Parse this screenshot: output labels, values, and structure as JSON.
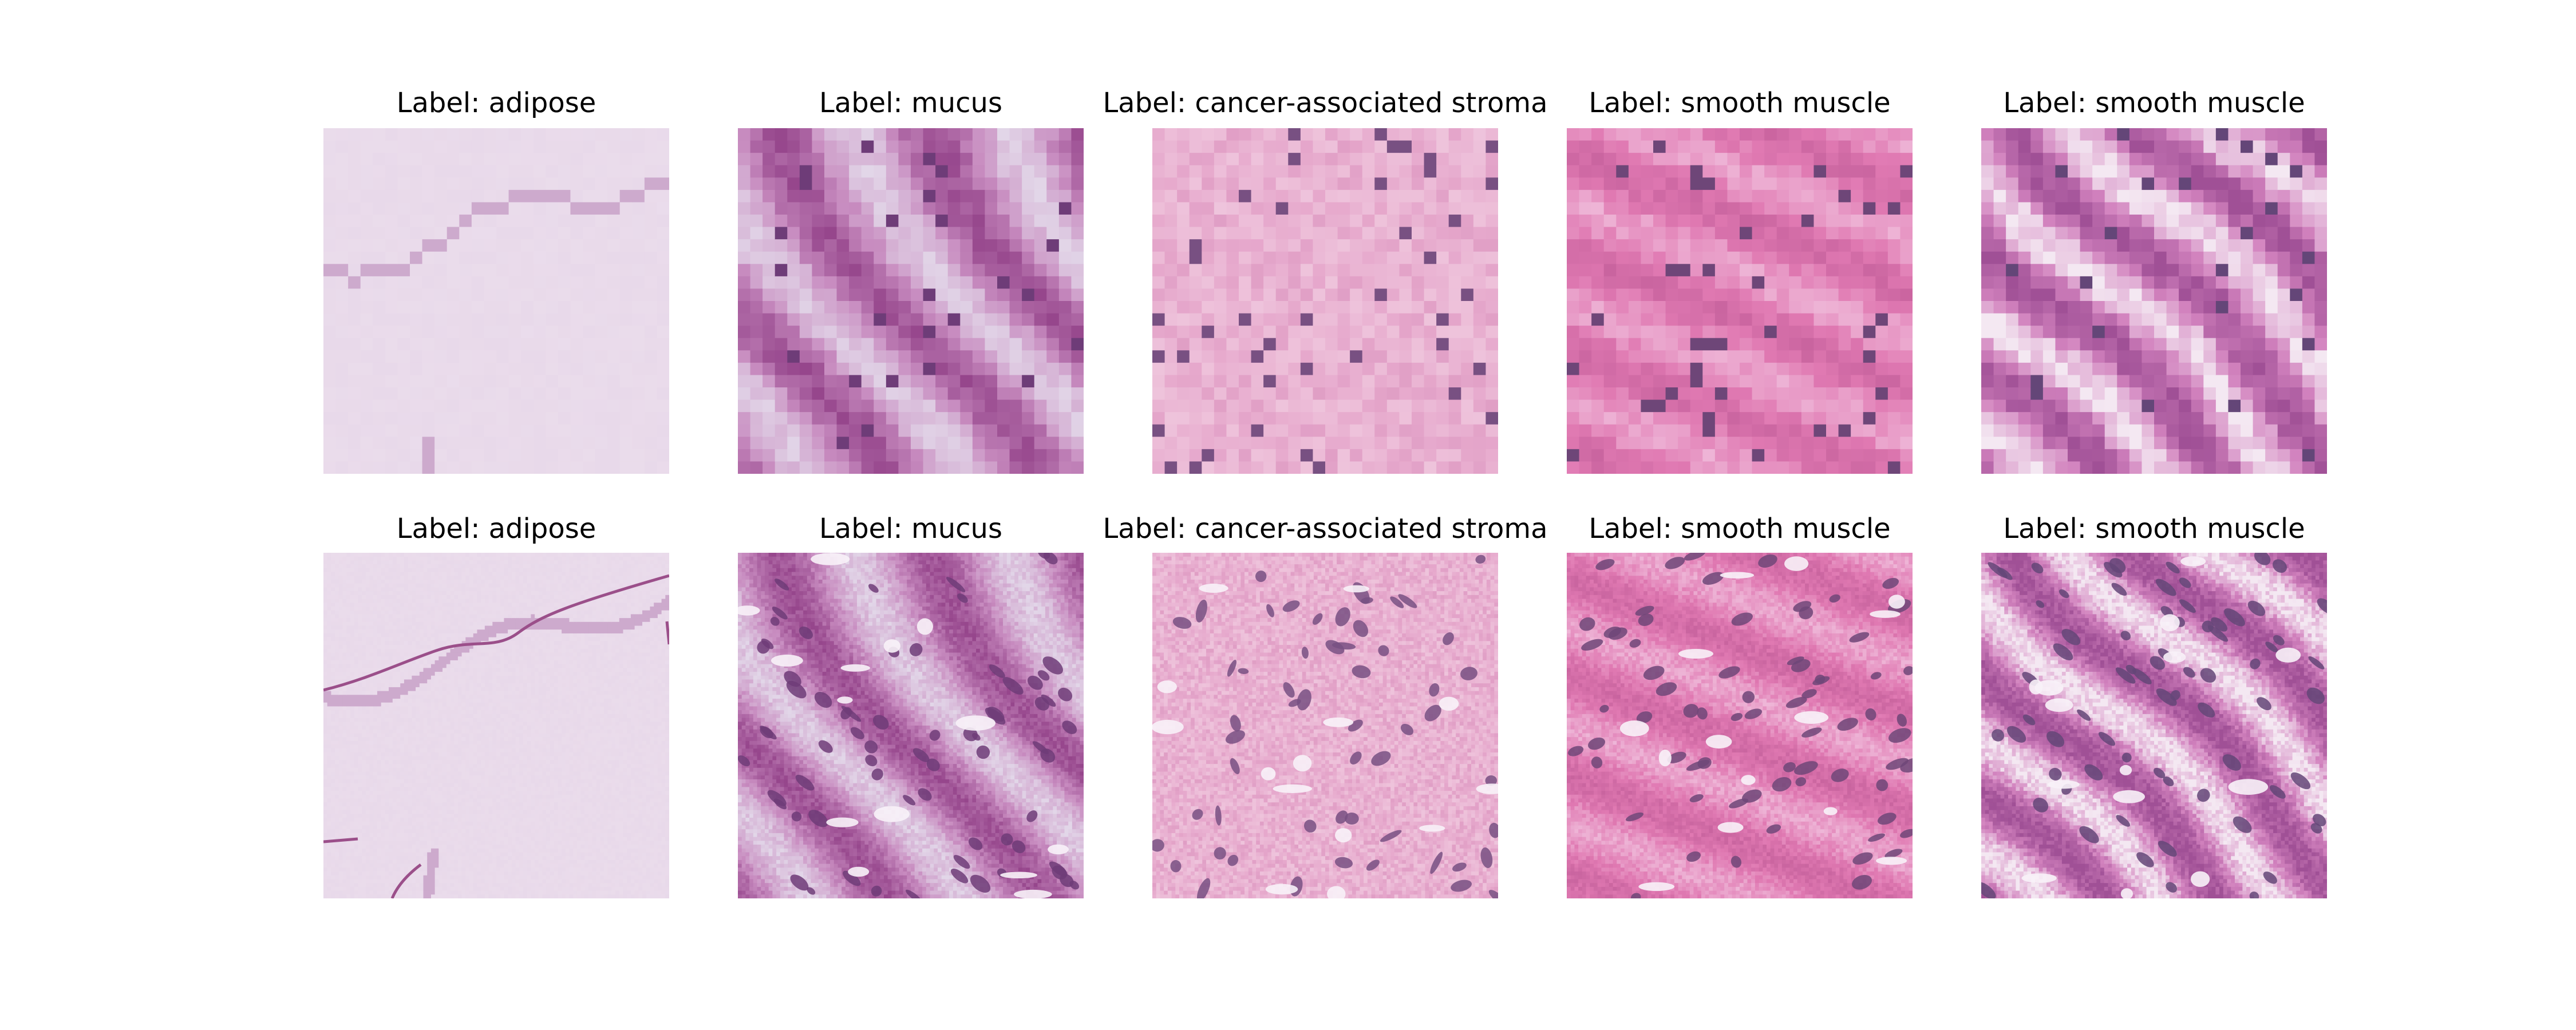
{
  "figure": {
    "rows": [
      {
        "panels": [
          {
            "title": "Label: adipose",
            "tissue": "adipose",
            "rendering": "pixelated"
          },
          {
            "title": "Label: mucus",
            "tissue": "mucus",
            "rendering": "pixelated"
          },
          {
            "title": "Label: cancer-associated stroma",
            "tissue": "stroma",
            "rendering": "pixelated"
          },
          {
            "title": "Label: smooth muscle",
            "tissue": "muscle",
            "rendering": "pixelated"
          },
          {
            "title": "Label: smooth muscle",
            "tissue": "muscle2",
            "rendering": "pixelated"
          }
        ]
      },
      {
        "panels": [
          {
            "title": "Label: adipose",
            "tissue": "adipose",
            "rendering": "high-resolution"
          },
          {
            "title": "Label: mucus",
            "tissue": "mucus",
            "rendering": "high-resolution"
          },
          {
            "title": "Label: cancer-associated stroma",
            "tissue": "stroma",
            "rendering": "high-resolution"
          },
          {
            "title": "Label: smooth muscle",
            "tissue": "muscle",
            "rendering": "high-resolution"
          },
          {
            "title": "Label: smooth muscle",
            "tissue": "muscle2",
            "rendering": "high-resolution"
          }
        ]
      }
    ],
    "colors": {
      "background": "#ffffff",
      "adipose_base": "#e6d6e6",
      "mucus_base": "#c88cc0",
      "stroma_base": "#e6a8cc",
      "muscle_base": "#e079b2",
      "nucleus": "#6e3c78"
    }
  }
}
